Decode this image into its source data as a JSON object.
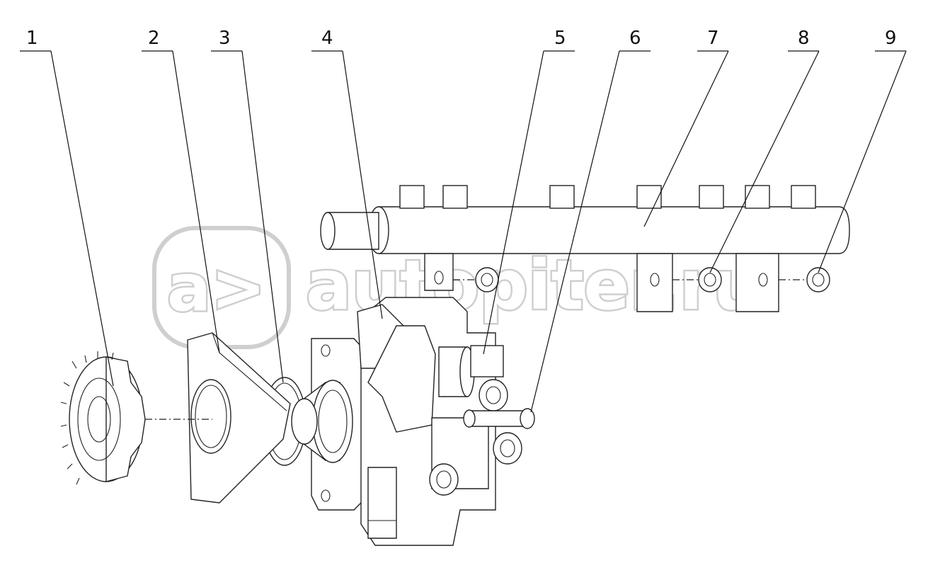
{
  "watermark": {
    "logo_text": "a>",
    "site_text": "autopiter.ru",
    "color": "#cfcfcf"
  },
  "callouts": [
    {
      "id": "1",
      "label": "1"
    },
    {
      "id": "2",
      "label": "2"
    },
    {
      "id": "3",
      "label": "3"
    },
    {
      "id": "4",
      "label": "4"
    },
    {
      "id": "5",
      "label": "5"
    },
    {
      "id": "6",
      "label": "6"
    },
    {
      "id": "7",
      "label": "7"
    },
    {
      "id": "8",
      "label": "8"
    },
    {
      "id": "9",
      "label": "9"
    }
  ],
  "colors": {
    "line": "#222222",
    "background": "#ffffff"
  }
}
